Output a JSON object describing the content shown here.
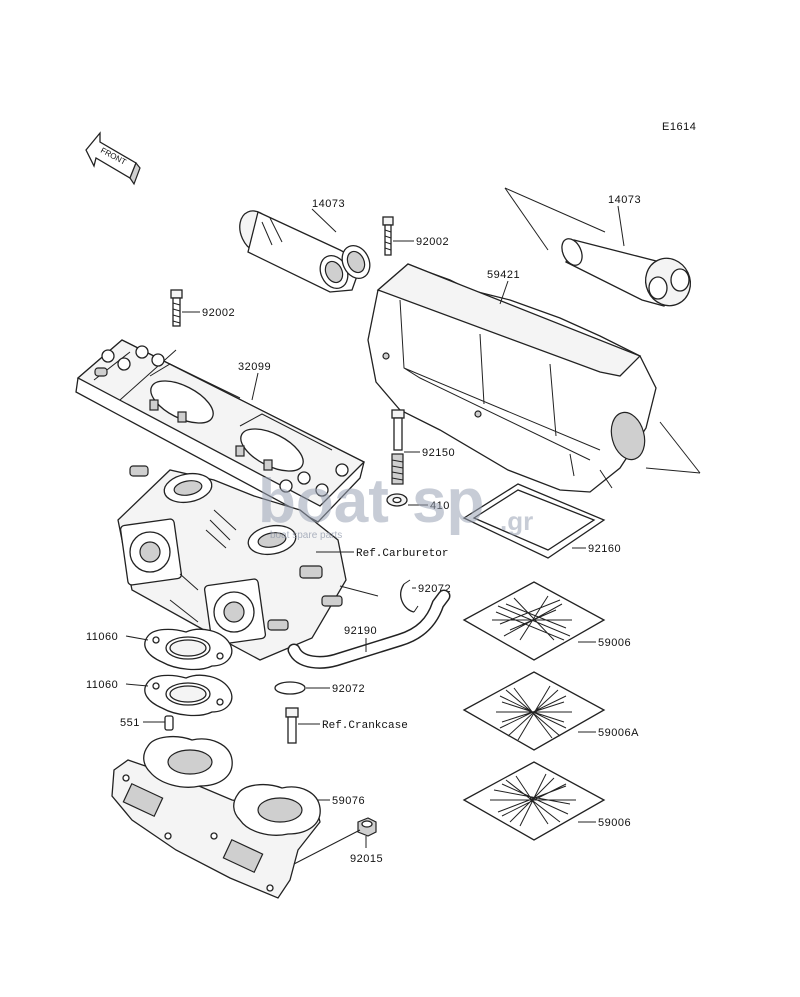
{
  "diagram_code": "E1614",
  "front_arrow": {
    "label": "FRONT",
    "icon": "front-arrow-icon"
  },
  "watermark": {
    "brand": "boatsp.gr",
    "tagline": "boat spare parts",
    "parts": [
      "boat",
      "sp",
      ".gr"
    ]
  },
  "parts": [
    {
      "id": "14073-left",
      "number": "14073"
    },
    {
      "id": "14073-right",
      "number": "14073"
    },
    {
      "id": "92002-top",
      "number": "92002"
    },
    {
      "id": "59421",
      "number": "59421"
    },
    {
      "id": "92002-left",
      "number": "92002"
    },
    {
      "id": "32099",
      "number": "32099"
    },
    {
      "id": "92150",
      "number": "92150"
    },
    {
      "id": "410",
      "number": "410"
    },
    {
      "id": "92160",
      "number": "92160"
    },
    {
      "id": "92072-a",
      "number": "92072"
    },
    {
      "id": "92190",
      "number": "92190"
    },
    {
      "id": "11060-a",
      "number": "11060"
    },
    {
      "id": "11060-b",
      "number": "11060"
    },
    {
      "id": "92072-b",
      "number": "92072"
    },
    {
      "id": "551",
      "number": "551"
    },
    {
      "id": "59006-a",
      "number": "59006"
    },
    {
      "id": "59006A",
      "number": "59006A"
    },
    {
      "id": "59006-b",
      "number": "59006"
    },
    {
      "id": "59076",
      "number": "59076"
    },
    {
      "id": "92015",
      "number": "92015"
    }
  ],
  "references": [
    {
      "id": "ref-carburetor",
      "text": "Ref.Carburetor"
    },
    {
      "id": "ref-crankcase",
      "text": "Ref.Crankcase"
    }
  ]
}
